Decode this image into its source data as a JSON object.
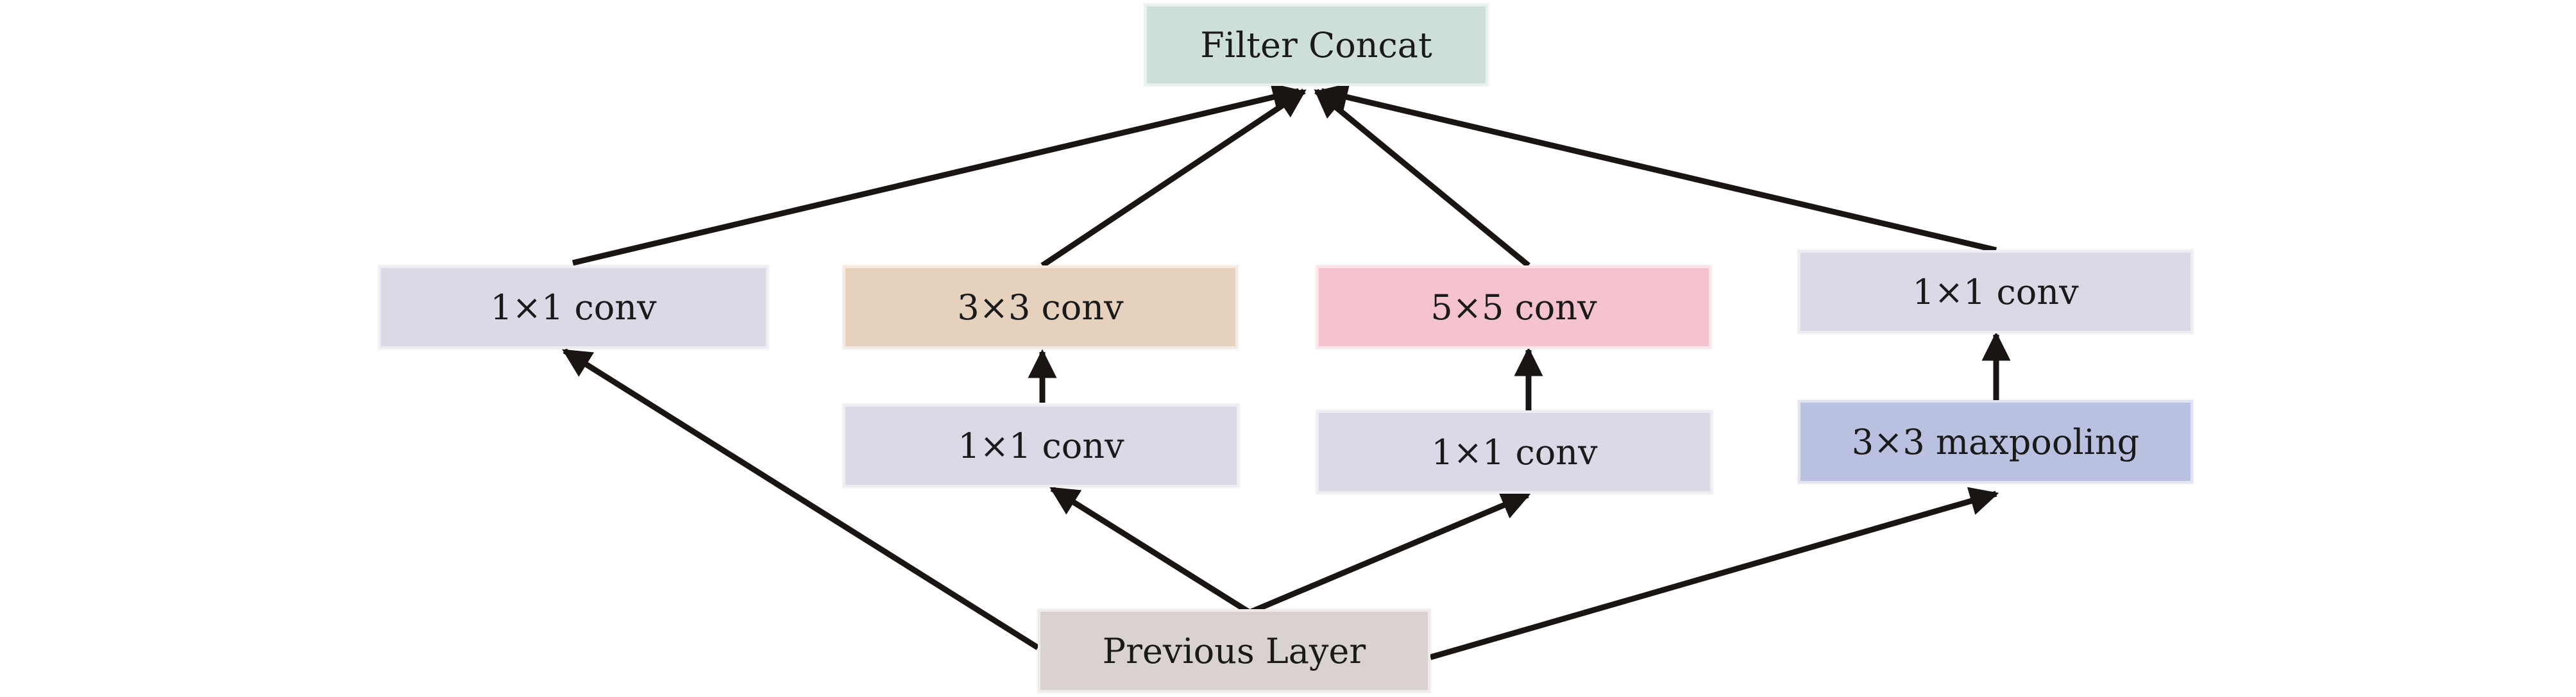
{
  "nodes": {
    "filter_concat": {
      "label": "Filter Concat",
      "color": "#cddfd6"
    },
    "conv1x1_a": {
      "label": "1×1 conv",
      "color": "#dcd8e6"
    },
    "conv3x3": {
      "label": "3×3 conv",
      "color": "#e6d0be"
    },
    "conv5x5": {
      "label": "5×5 conv",
      "color": "#f5c2cf"
    },
    "conv1x1_d": {
      "label": "1×1 conv",
      "color": "#dcd8e6"
    },
    "conv1x1_b": {
      "label": "1×1 conv",
      "color": "#dcd8e6"
    },
    "conv1x1_c": {
      "label": "1×1 conv",
      "color": "#dcd8e6"
    },
    "maxpool3x3": {
      "label": "3×3 maxpooling",
      "color": "#bac0e0"
    },
    "previous_layer": {
      "label": "Previous Layer",
      "color": "#d9d2cf"
    }
  },
  "edges": [
    {
      "from": "previous_layer",
      "to": "conv1x1_a"
    },
    {
      "from": "previous_layer",
      "to": "conv1x1_b"
    },
    {
      "from": "previous_layer",
      "to": "conv1x1_c"
    },
    {
      "from": "previous_layer",
      "to": "maxpool3x3"
    },
    {
      "from": "conv1x1_b",
      "to": "conv3x3"
    },
    {
      "from": "conv1x1_c",
      "to": "conv5x5"
    },
    {
      "from": "maxpool3x3",
      "to": "conv1x1_d"
    },
    {
      "from": "conv1x1_a",
      "to": "filter_concat"
    },
    {
      "from": "conv3x3",
      "to": "filter_concat"
    },
    {
      "from": "conv5x5",
      "to": "filter_concat"
    },
    {
      "from": "conv1x1_d",
      "to": "filter_concat"
    }
  ],
  "style": {
    "arrow_color": "#1a1412"
  }
}
